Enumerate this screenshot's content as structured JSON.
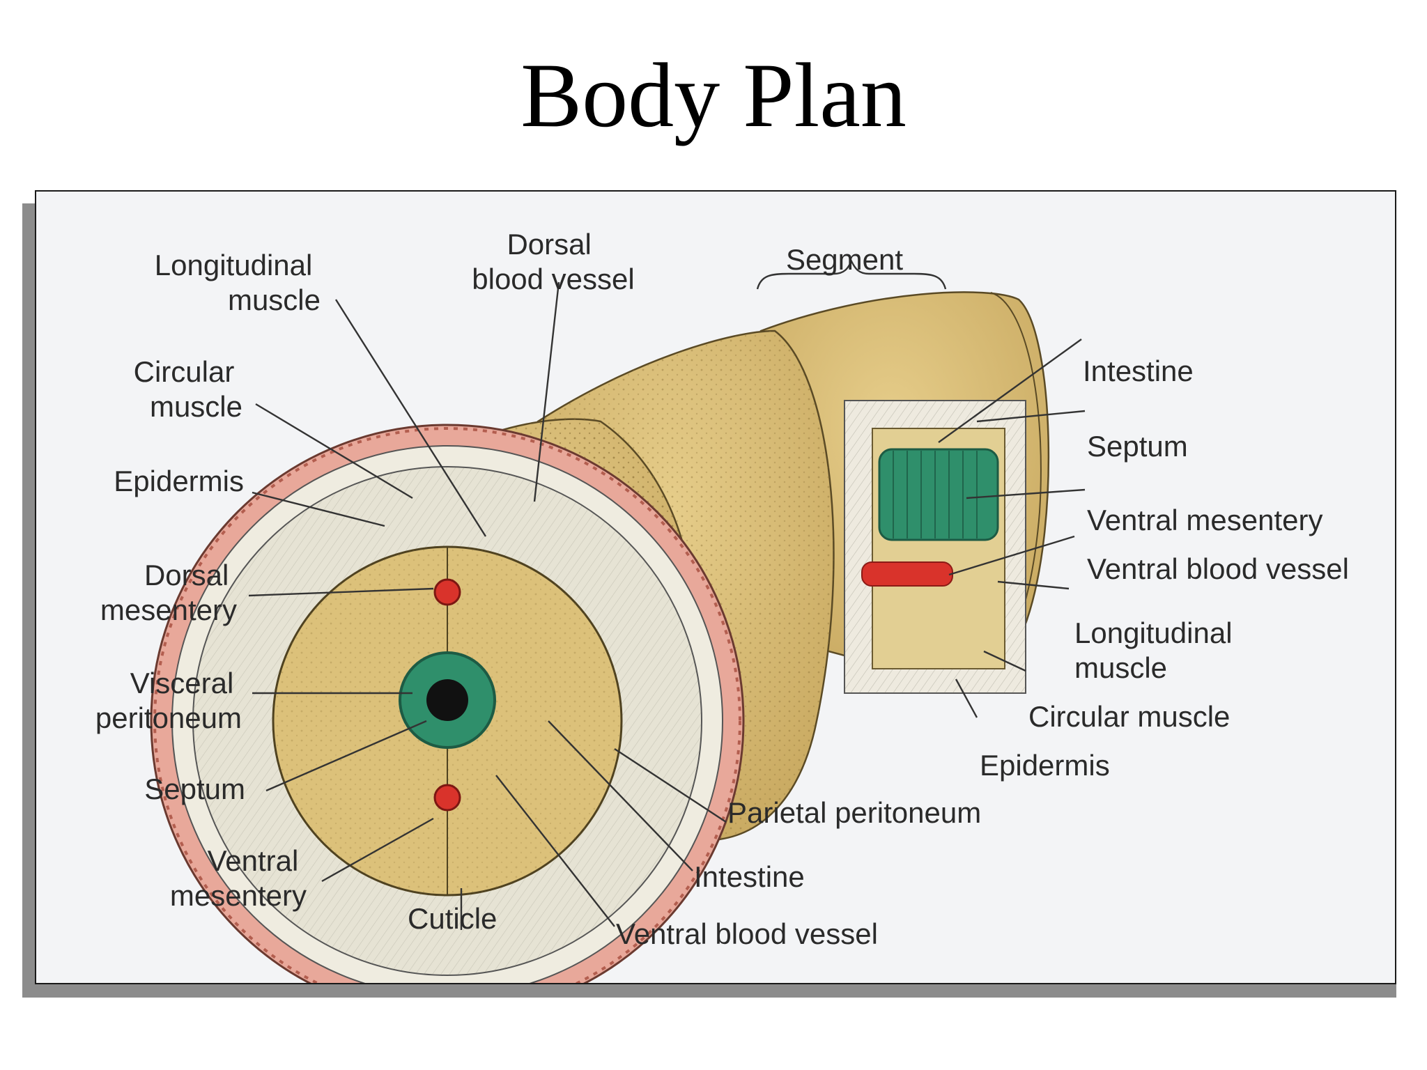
{
  "title": "Body Plan",
  "labels": {
    "longitudinal_muscle_left": [
      "Longitudinal",
      "muscle"
    ],
    "circular_muscle_left": [
      "Circular",
      "muscle"
    ],
    "epidermis_left": "Epidermis",
    "dorsal_mesentery": [
      "Dorsal",
      "mesentery"
    ],
    "visceral_peritoneum": [
      "Visceral",
      "peritoneum"
    ],
    "septum_left": "Septum",
    "ventral_mesentery_left": [
      "Ventral",
      "mesentery"
    ],
    "cuticle": "Cuticle",
    "ventral_blood_vessel_bottom": "Ventral blood vessel",
    "intestine_bottom": "Intestine",
    "parietal_peritoneum": "Parietal peritoneum",
    "dorsal_blood_vessel": [
      "Dorsal",
      "blood vessel"
    ],
    "segment": "Segment",
    "intestine_right": "Intestine",
    "septum_right": "Septum",
    "ventral_mesentery_right": "Ventral mesentery",
    "ventral_blood_vessel_right": "Ventral blood vessel",
    "longitudinal_muscle_right": [
      "Longitudinal",
      "muscle"
    ],
    "circular_muscle_right": "Circular muscle",
    "epidermis_right": "Epidermis"
  },
  "colors": {
    "body_tan": "#dcc17a",
    "body_tan_dark": "#c9a95e",
    "epidermis_pink": "#e8a89a",
    "muscle_band": "#eae8dc",
    "intestine_green": "#2f8f6b",
    "blood_vessel_red": "#d9332b",
    "septum_tan": "#e2cf93"
  }
}
